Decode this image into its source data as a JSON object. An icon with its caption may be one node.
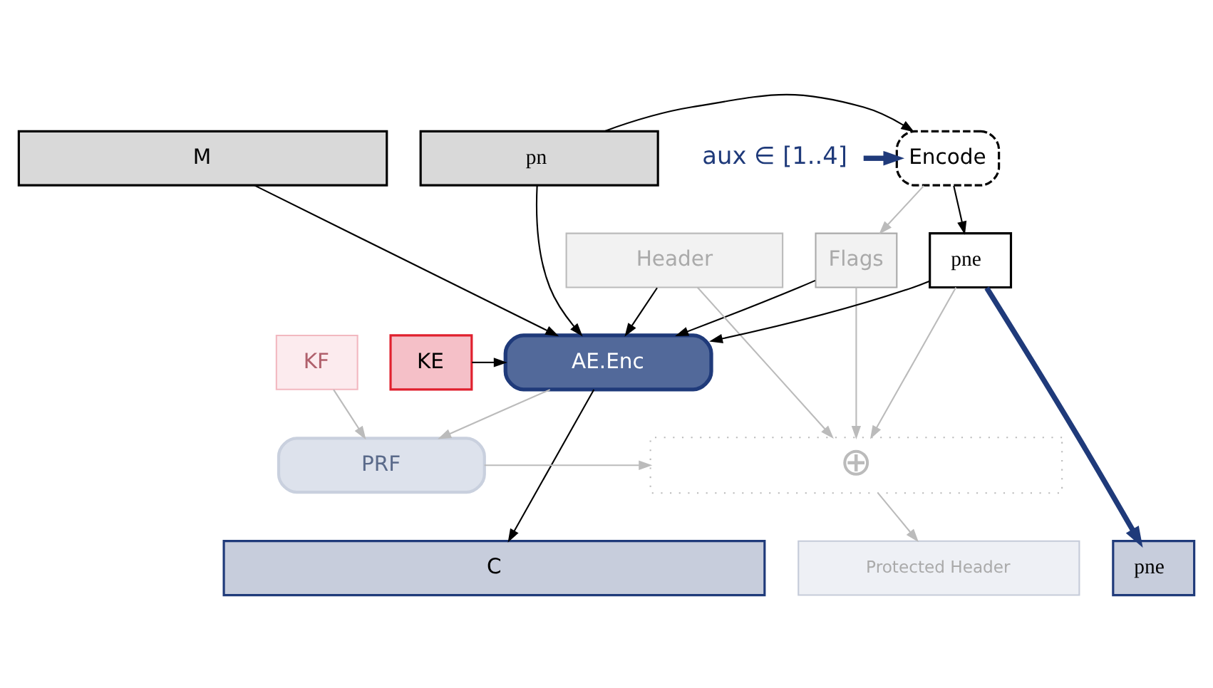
{
  "diagram": {
    "nodes": [
      {
        "text": [
          "aux ∈ [1..4]"
        ]
      },
      {
        "text": [
          "Encode"
        ]
      },
      {
        "text": [
          "pn"
        ]
      },
      {
        "text": [
          "M"
        ]
      },
      {
        "text": [
          "Flags"
        ]
      },
      {
        "text": [
          "Header"
        ]
      },
      {
        "text": [
          "pne"
        ]
      },
      {
        "text": [
          "AE.Enc"
        ]
      },
      {
        "text": [
          "KE"
        ]
      },
      {
        "text": [
          "KF"
        ]
      },
      {
        "text": [
          "PRF"
        ]
      },
      {
        "text": [
          "⊕"
        ]
      },
      {
        "text": [
          "Protected Header"
        ]
      },
      {
        "text": [
          "pne"
        ]
      },
      {
        "text": [
          "C"
        ]
      }
    ],
    "edges": [
      {
        "from": 0,
        "to": 1,
        "arrow": "to",
        "style": "thick",
        "color": "#1f3a7a"
      },
      {
        "from": 2,
        "to": 1,
        "arrow": "to"
      },
      {
        "from": 1,
        "to": 4,
        "arrow": "to",
        "color": "#bbbbbb"
      },
      {
        "from": 1,
        "to": 6,
        "arrow": "to"
      },
      {
        "from": 2,
        "to": 7,
        "arrow": "to"
      },
      {
        "from": 3,
        "to": 7,
        "arrow": "to"
      },
      {
        "from": 4,
        "to": 7,
        "arrow": "to"
      },
      {
        "from": 5,
        "to": 7,
        "arrow": "to"
      },
      {
        "from": 6,
        "to": 7,
        "arrow": "to"
      },
      {
        "from": 8,
        "to": 7,
        "arrow": "to"
      },
      {
        "from": 4,
        "to": 11,
        "arrow": "to",
        "color": "#bbbbbb"
      },
      {
        "from": 5,
        "to": 11,
        "arrow": "to",
        "color": "#bbbbbb"
      },
      {
        "from": 6,
        "to": 11,
        "arrow": "to",
        "color": "#bbbbbb"
      },
      {
        "from": 9,
        "to": 10,
        "arrow": "to",
        "color": "#bbbbbb"
      },
      {
        "from": 7,
        "to": 10,
        "arrow": "to",
        "color": "#bbbbbb"
      },
      {
        "from": 10,
        "to": 11,
        "arrow": "to",
        "color": "#bbbbbb"
      },
      {
        "from": 11,
        "to": 12,
        "arrow": "to",
        "color": "#bbbbbb"
      },
      {
        "from": 6,
        "to": 13,
        "arrow": "to",
        "style": "thick",
        "color": "#1f3a7a"
      },
      {
        "from": 7,
        "to": 14,
        "arrow": "to"
      }
    ]
  }
}
